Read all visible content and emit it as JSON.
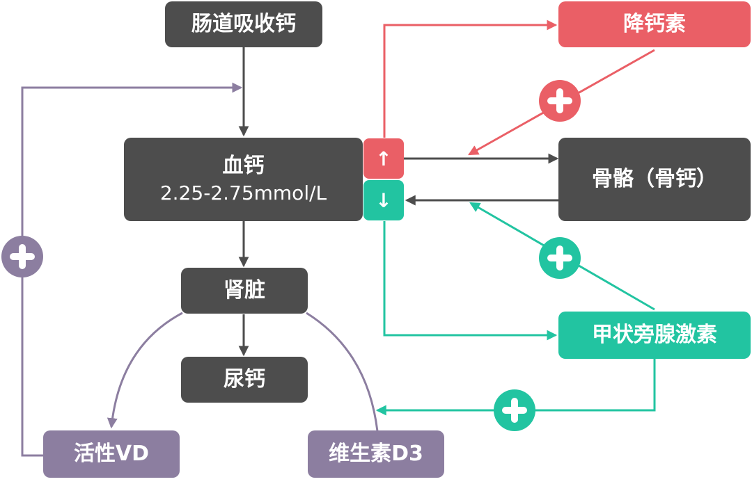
{
  "nodes": {
    "intestine": "肠道吸收钙",
    "blood_calcium_title": "血钙",
    "blood_calcium_range": "2.25-2.75mmol/L",
    "kidney": "肾脏",
    "urine_calcium": "尿钙",
    "active_vd": "活性VD",
    "vitamin_d3": "维生素D3",
    "calcitonin": "降钙素",
    "bone": "骨骼（骨钙）",
    "pth": "甲状旁腺激素"
  },
  "indicators": {
    "up": "↑",
    "down": "↓"
  },
  "colors": {
    "dark": "#4d4d4d",
    "red": "#ea5f66",
    "teal": "#22c4a1",
    "purple": "#8c7ea0"
  },
  "icons": {
    "plus": "plus-circle-icon"
  }
}
